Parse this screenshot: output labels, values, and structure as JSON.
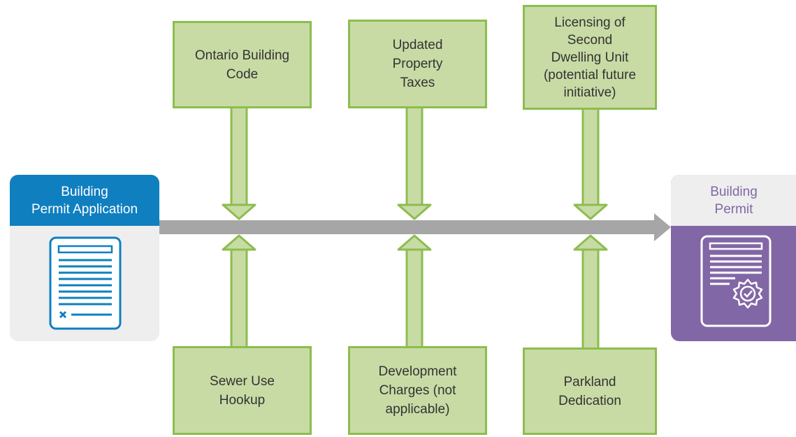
{
  "start": {
    "label": "Building\nPermit Application"
  },
  "end": {
    "label": "Building\nPermit"
  },
  "top_boxes": [
    {
      "label": "Ontario Building\nCode"
    },
    {
      "label": "Updated\nProperty\nTaxes"
    },
    {
      "label": "Licensing of\nSecond\nDwelling Unit\n(potential future\ninitiative)"
    }
  ],
  "bottom_boxes": [
    {
      "label": "Sewer Use\nHookup"
    },
    {
      "label": "Development\nCharges (not\napplicable)"
    },
    {
      "label": "Parkland\nDedication"
    }
  ],
  "colors": {
    "start_header": "#0f7fc0",
    "start_body": "#eeeeee",
    "end_header": "#eeeeee",
    "end_body": "#8267a6",
    "box_fill": "#c8dba5",
    "box_border": "#8cbd4e",
    "main_arrow": "#a6a6a6"
  },
  "icons": {
    "start": "document-icon",
    "end": "certificate-icon"
  }
}
